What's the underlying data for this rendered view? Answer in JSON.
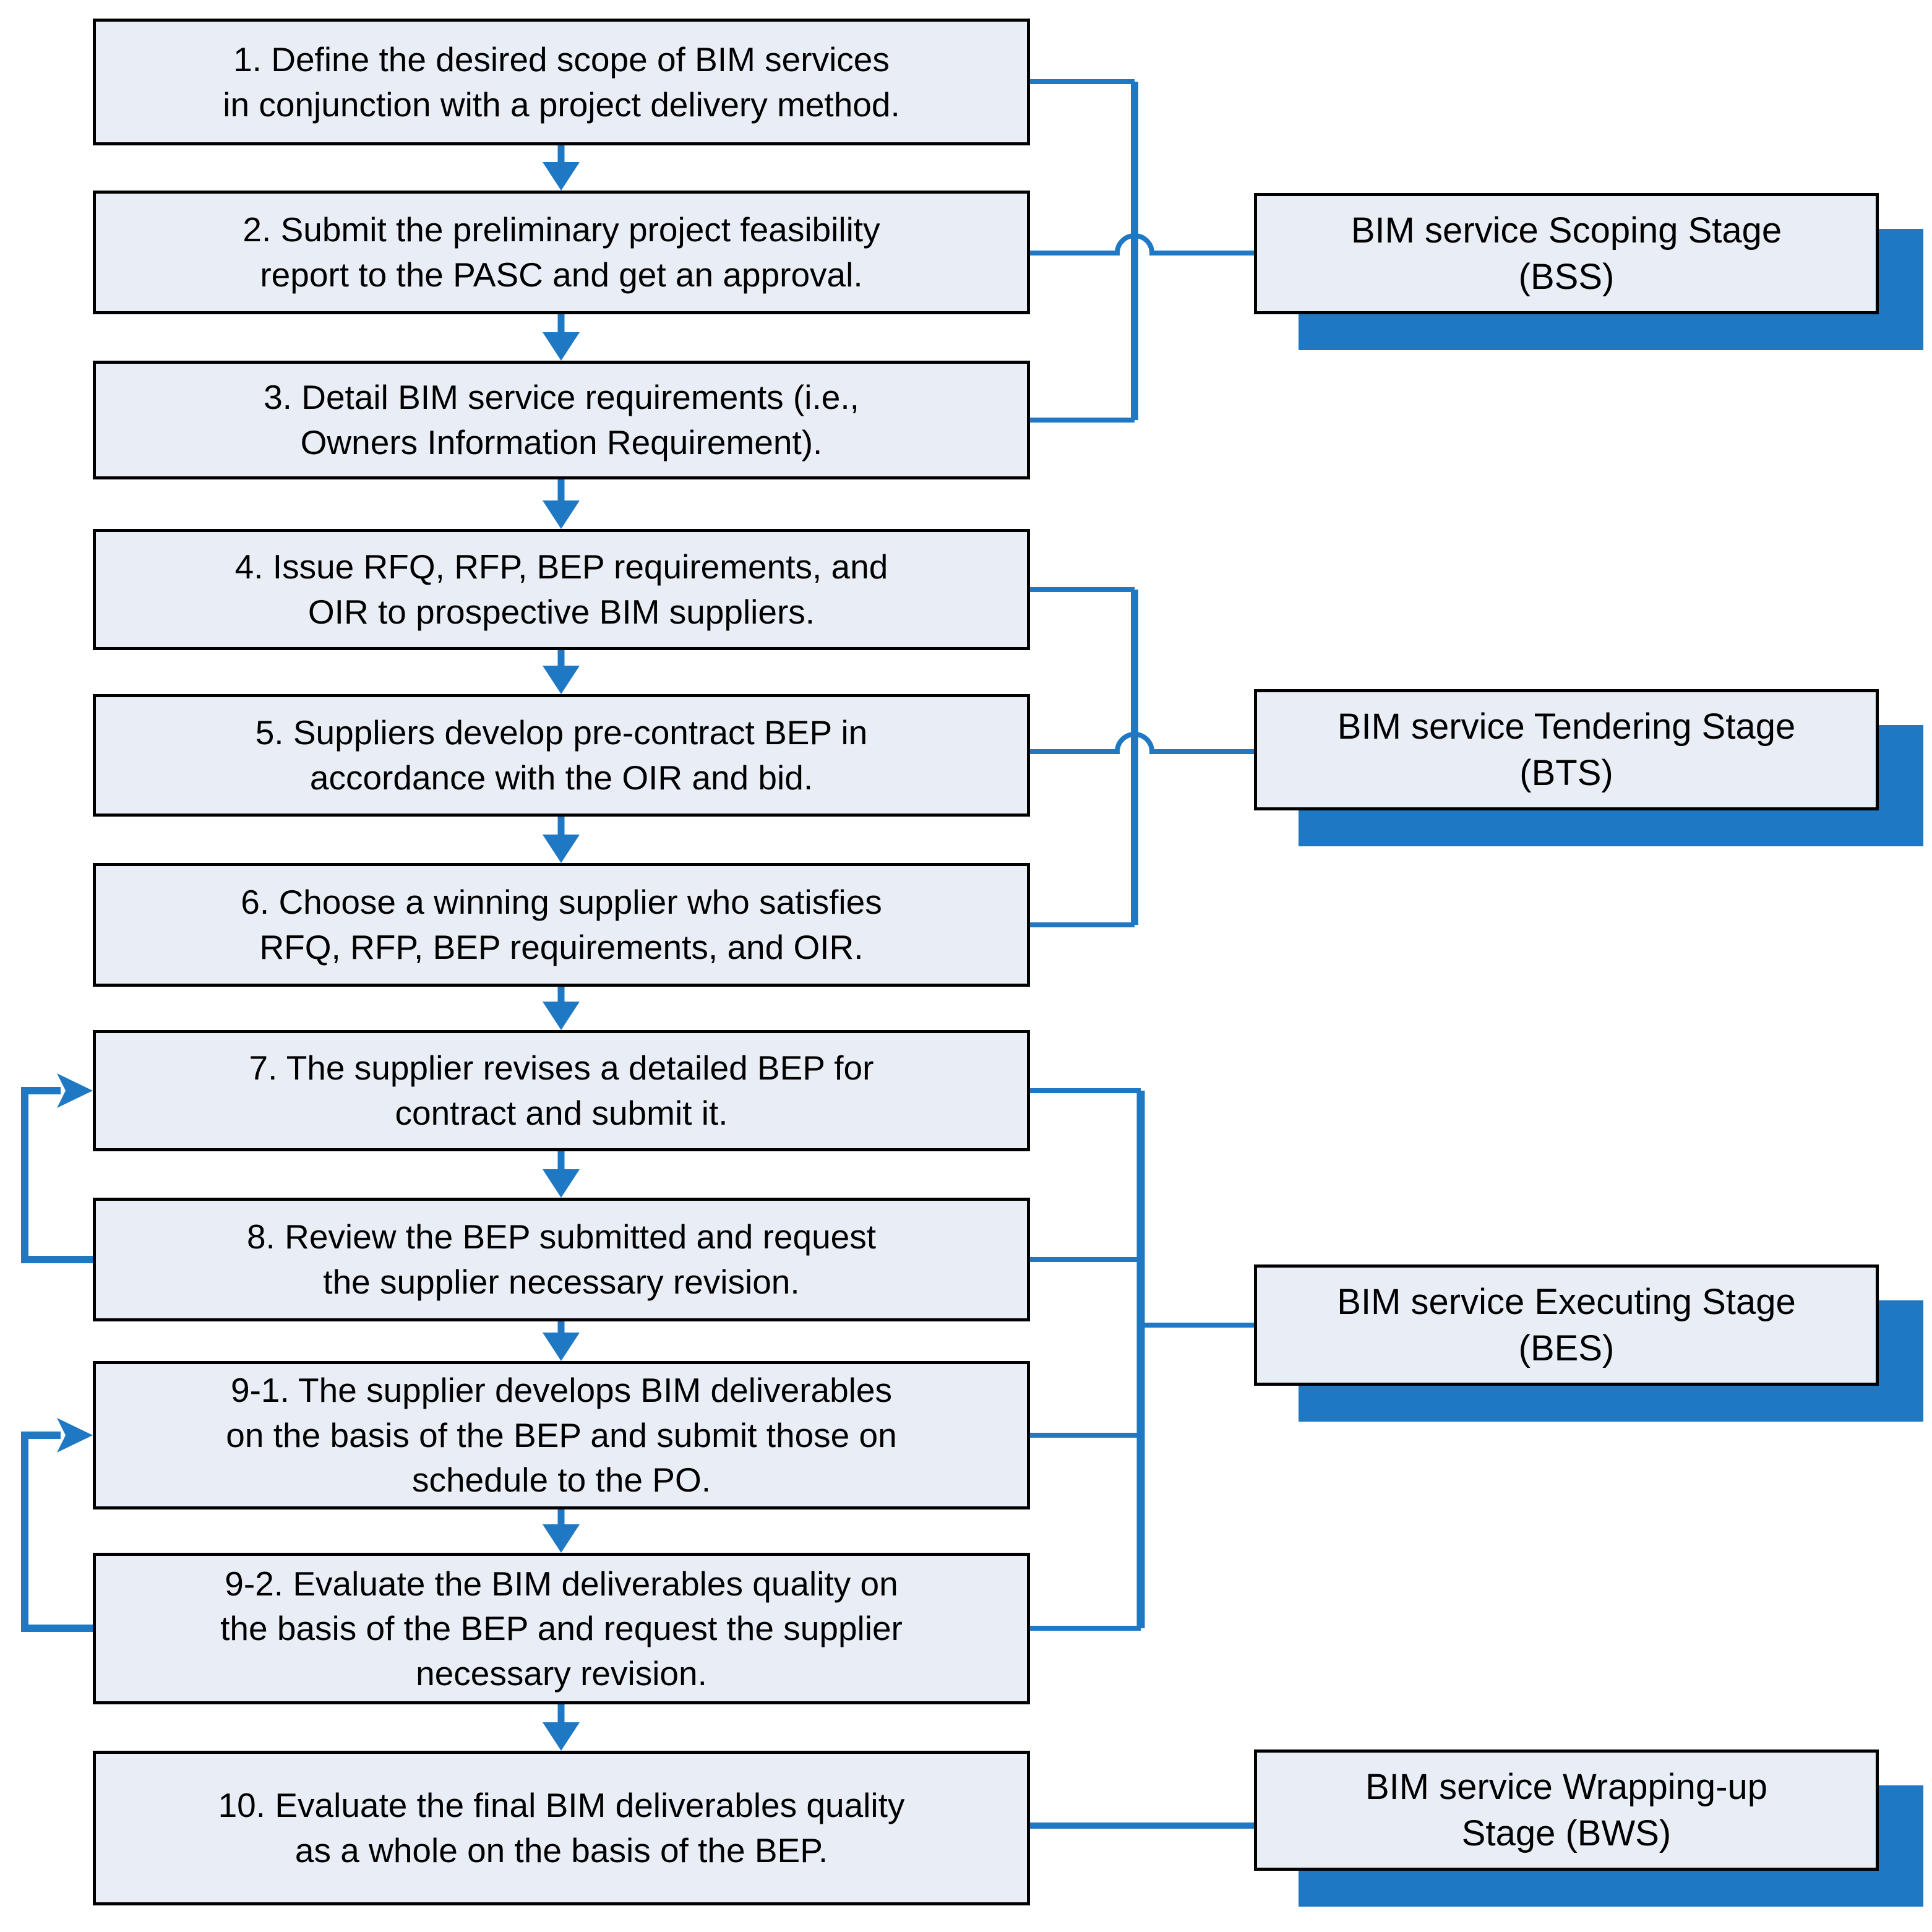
{
  "colors": {
    "line_blue": "#1e78c3",
    "box_fill": "#e8edf6",
    "box_border": "#000000",
    "stage_shadow": "#1e78c3",
    "text": "#000000",
    "background": "#ffffff"
  },
  "flow": {
    "steps": [
      {
        "id": "1",
        "text": "1. Define the desired scope of BIM services\nin conjunction with a project delivery method."
      },
      {
        "id": "2",
        "text": "2. Submit the preliminary project feasibility\nreport to the PASC and get an approval."
      },
      {
        "id": "3",
        "text": "3. Detail BIM service requirements (i.e.,\nOwners Information Requirement)."
      },
      {
        "id": "4",
        "text": "4. Issue RFQ, RFP, BEP requirements, and\nOIR to prospective BIM suppliers."
      },
      {
        "id": "5",
        "text": "5. Suppliers develop pre-contract BEP in\naccordance with the OIR and bid."
      },
      {
        "id": "6",
        "text": "6. Choose a winning supplier who satisfies\nRFQ, RFP, BEP requirements, and OIR."
      },
      {
        "id": "7",
        "text": "7. The supplier revises a detailed BEP for\ncontract and submit it."
      },
      {
        "id": "8",
        "text": "8. Review the BEP submitted and request\nthe supplier necessary revision."
      },
      {
        "id": "9-1",
        "text": "9-1. The supplier develops BIM deliverables\non the basis of the BEP and submit those on\nschedule to the PO."
      },
      {
        "id": "9-2",
        "text": "9-2. Evaluate the BIM deliverables quality on\nthe basis of the BEP and request the supplier\nnecessary revision."
      },
      {
        "id": "10",
        "text": "10. Evaluate the final BIM deliverables quality\nas a whole on the basis of the BEP."
      }
    ],
    "stages": [
      {
        "id": "BSS",
        "text": "BIM service Scoping Stage\n(BSS)",
        "covers_steps": [
          "1",
          "2",
          "3"
        ]
      },
      {
        "id": "BTS",
        "text": "BIM service Tendering Stage\n(BTS)",
        "covers_steps": [
          "4",
          "5",
          "6"
        ]
      },
      {
        "id": "BES",
        "text": "BIM service Executing Stage\n(BES)",
        "covers_steps": [
          "7",
          "8",
          "9-1",
          "9-2"
        ]
      },
      {
        "id": "BWS",
        "text": "BIM service Wrapping-up\nStage (BWS)",
        "covers_steps": [
          "10"
        ]
      }
    ],
    "sequence_arrows": [
      [
        "1",
        "2"
      ],
      [
        "2",
        "3"
      ],
      [
        "3",
        "4"
      ],
      [
        "4",
        "5"
      ],
      [
        "5",
        "6"
      ],
      [
        "6",
        "7"
      ],
      [
        "7",
        "8"
      ],
      [
        "8",
        "9-1"
      ],
      [
        "9-1",
        "9-2"
      ],
      [
        "9-2",
        "10"
      ]
    ],
    "feedback_loops": [
      {
        "from": "8",
        "to": "7"
      },
      {
        "from": "9-2",
        "to": "9-1"
      }
    ]
  }
}
